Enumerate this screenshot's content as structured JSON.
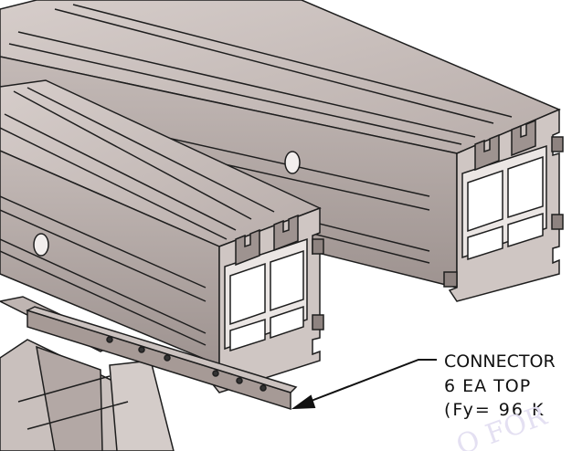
{
  "annotation": {
    "line1": "CONNECTOR",
    "line2": "6 EA TOP",
    "line3": "(Fy= 96 K"
  },
  "colors": {
    "extrusion_face": "#bdb2af",
    "extrusion_light": "#d8cfcc",
    "extrusion_dark": "#8e8380",
    "outline": "#1e1e1e",
    "connector_plate": "#a69a96",
    "watermark": "#e4e0f2"
  },
  "watermark_text": "O FOR"
}
